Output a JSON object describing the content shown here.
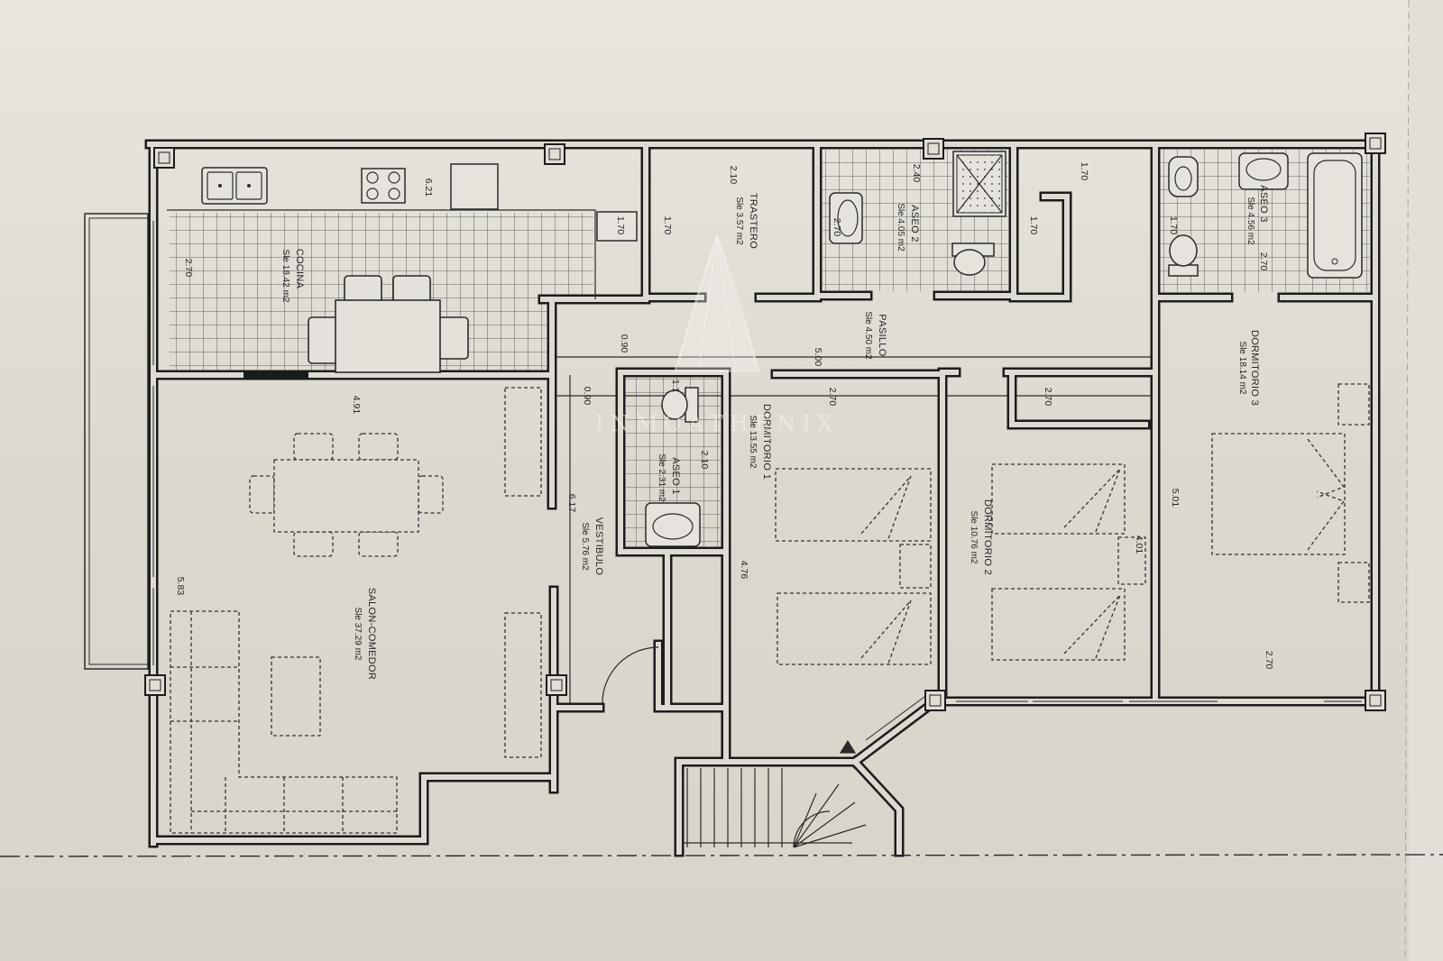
{
  "watermark": {
    "text": "INMOATHENIX"
  },
  "rooms": {
    "cocina": {
      "name": "COCINA",
      "area": "Sle 18.42 m2"
    },
    "trastero": {
      "name": "TRASTERO",
      "area": "Sle 3.57 m2"
    },
    "aseo2": {
      "name": "ASEO 2",
      "area": "Sle 4.05 m2"
    },
    "aseo3": {
      "name": "ASEO 3",
      "area": "Sle 4.56 m2"
    },
    "pasillo": {
      "name": "PASILLO",
      "area": "Sle 4.50 m2"
    },
    "dormitorio3": {
      "name": "DORMITORIO 3",
      "area": "Sle 18.14 m2"
    },
    "dormitorio1": {
      "name": "DORMITORIO 1",
      "area": "Sle 13.55 m2"
    },
    "dormitorio2": {
      "name": "DORMITORIO 2",
      "area": "Sle 10.76 m2"
    },
    "aseo1": {
      "name": "ASEO 1",
      "area": "Sle 2.31 m2"
    },
    "vestibulo": {
      "name": "VESTIBULO",
      "area": "Sle 5.76 m2"
    },
    "salon_comedor": {
      "name": "SALON-COMEDOR",
      "area": "Sle 37.29 m2"
    }
  },
  "dimensions": [
    "6.21",
    "2.70",
    "1.70",
    "2.10",
    "1.70",
    "2.40",
    "2.70",
    "1.70",
    "1.70",
    "1.70",
    "0.90",
    "5.00",
    "0.90",
    "2.70",
    "2.70",
    "4.91",
    "1.1",
    "2.10",
    "6.17",
    "4.76",
    "4.01",
    "5.01",
    "5.83",
    "2.70",
    "2.70"
  ]
}
